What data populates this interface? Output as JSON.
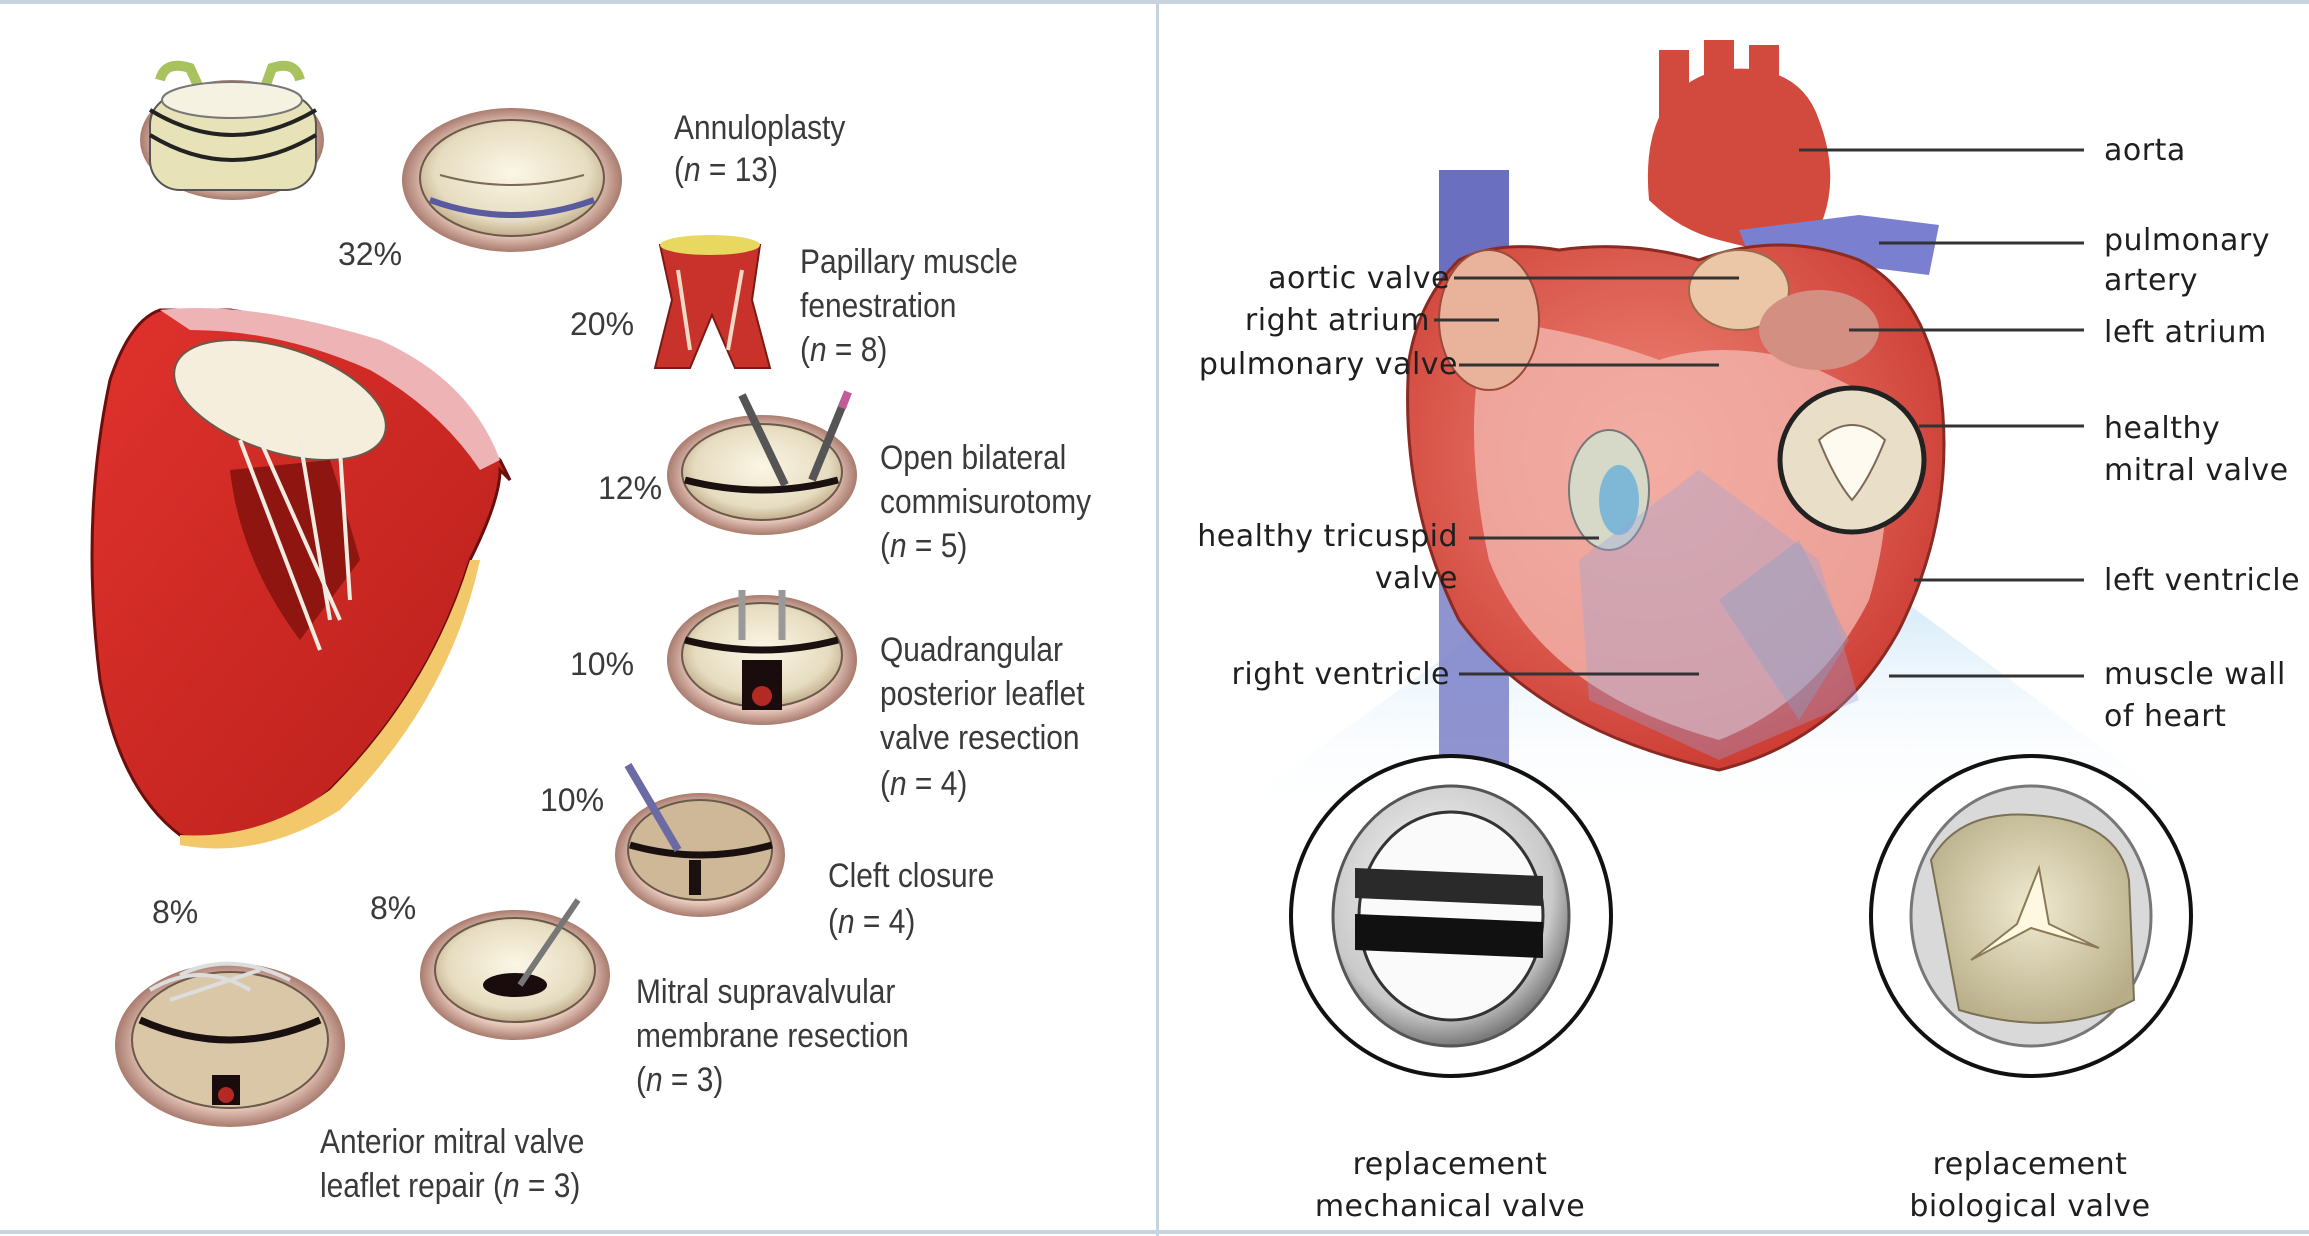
{
  "left_panel": {
    "procedures": [
      {
        "name_lines": [
          "Annuloplasty"
        ],
        "n": "13",
        "percent": "32%"
      },
      {
        "name_lines": [
          "Papillary muscle",
          "fenestration"
        ],
        "n": "8",
        "percent": "20%"
      },
      {
        "name_lines": [
          "Open bilateral",
          "commisurotomy"
        ],
        "n": "5",
        "percent": "12%"
      },
      {
        "name_lines": [
          "Quadrangular",
          "posterior leaflet",
          "valve resection"
        ],
        "n": "4",
        "percent": "10%"
      },
      {
        "name_lines": [
          "Cleft closure"
        ],
        "n": "4",
        "percent": "10%"
      },
      {
        "name_lines": [
          "Mitral supravalvular",
          "membrane resection"
        ],
        "n": "3",
        "percent": "8%"
      },
      {
        "name_lines": [
          "Anterior mitral valve",
          "leaflet repair"
        ],
        "n": "3",
        "percent": "8%"
      }
    ]
  },
  "right_panel": {
    "labels": {
      "aorta": "aorta",
      "pulmonary_artery_1": "pulmonary",
      "pulmonary_artery_2": "artery",
      "left_atrium": "left atrium",
      "healthy_mitral_1": "healthy",
      "healthy_mitral_2": "mitral valve",
      "left_ventricle": "left ventricle",
      "muscle_wall_1": "muscle wall",
      "muscle_wall_2": "of heart",
      "aortic_valve": "aortic valve",
      "right_atrium": "right atrium",
      "pulmonary_valve": "pulmonary valve",
      "healthy_tricuspid_1": "healthy tricuspid",
      "healthy_tricuspid_2": "valve",
      "right_ventricle": "right ventricle",
      "replacement_mech_1": "replacement",
      "replacement_mech_2": "mechanical valve",
      "replacement_bio_1": "replacement",
      "replacement_bio_2": "biological valve"
    }
  },
  "colors": {
    "heart_red": "#c8322a",
    "vessel_blue": "#6b6fc0",
    "panel_border": "#c8d3e0",
    "glow_blue": "#cfe6f7"
  }
}
